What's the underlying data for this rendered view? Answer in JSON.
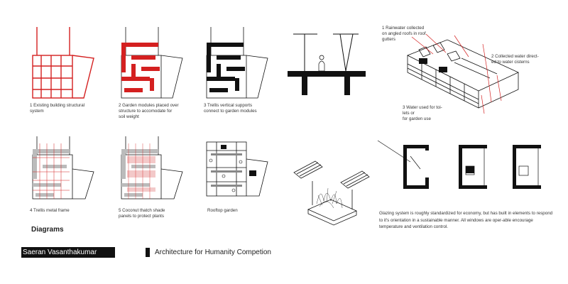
{
  "captions": {
    "d1": "1  Existing building structural\nsystem",
    "d2": "2  Garden modules placed over\nstructure to accomodate for\nsoil weight",
    "d3": "3  Trellis vertical supports\nconnect to garden modules",
    "d4": "4  Trellis metal frame",
    "d5": "5  Coconut thatch shade\npanels to protect plants",
    "d6": "Rooftop garden"
  },
  "water": {
    "note1": "1 Rainwater collected\non angled roofs in roof\ngutters",
    "note2": "2 Collected water direct-\ned to water cisterns",
    "note3": "3 Water used for toi-\nlets or\nfor garden use"
  },
  "glazing_text": "Glazing system is roughly standardized for economy, but has built in elements to respond to it's orientation in a sustainable manner. All windows are oper-able encourage temperature and ventilation control.",
  "section_heading": "Diagrams",
  "author_name": "Saeran Vasanthakumar",
  "competition_title": "Architecture for Humanity Competion",
  "colors": {
    "structure_red": "#d42020",
    "ink": "#111111",
    "thatch": "#f2c4c4"
  }
}
